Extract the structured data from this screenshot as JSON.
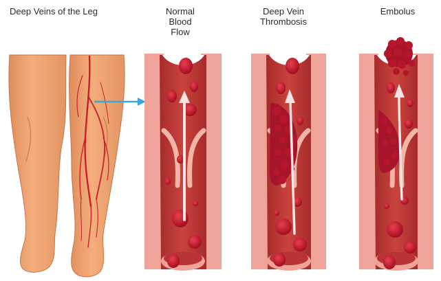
{
  "labels": {
    "legs": "Deep Veins of the Leg",
    "normal": [
      "Normal",
      "Blood",
      "Flow"
    ],
    "dvt": [
      "Deep Vein",
      "Thrombosis"
    ],
    "embolus": "Embolus"
  },
  "colors": {
    "skin": "#f2a877",
    "skin_shadow": "#d9895a",
    "vein": "#c8202a",
    "vessel_wall": "#f0a499",
    "vessel_inner": "#d3574f",
    "lumen": "#b83434",
    "cell": "#c41f31",
    "arrow": "#3aa6dc",
    "flow_arrow": "#fbe3e3"
  },
  "icons": {
    "pointer": "arrow-right-icon"
  }
}
